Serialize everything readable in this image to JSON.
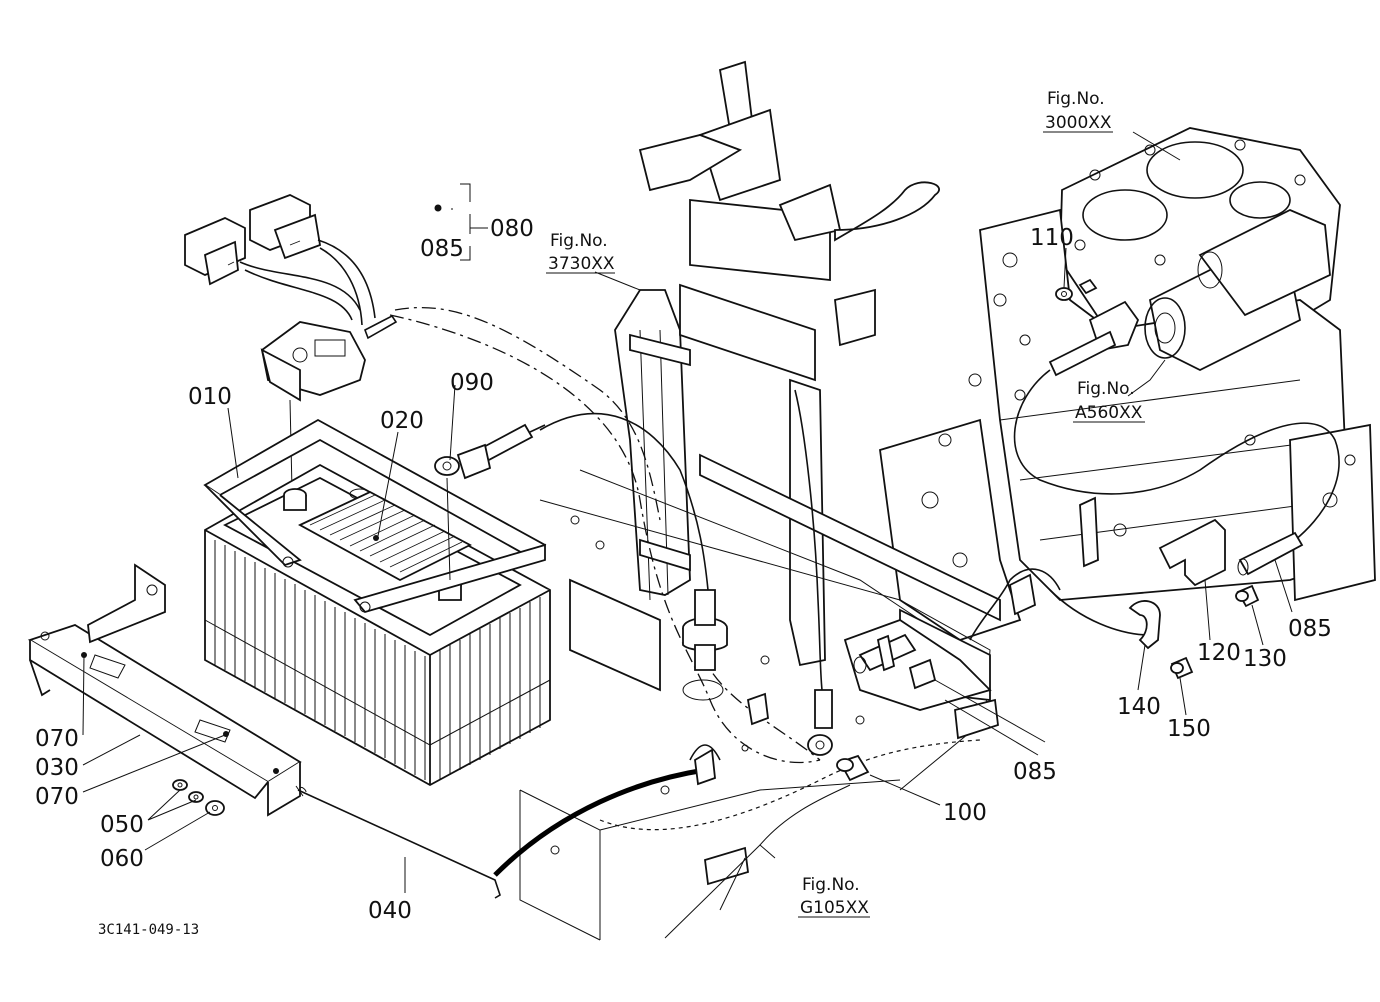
{
  "labels": {
    "p010": "010",
    "p020": "020",
    "p030": "030",
    "p040": "040",
    "p050": "050",
    "p060": "060",
    "p070a": "070",
    "p070b": "070",
    "p080": "080",
    "p085a": "085",
    "p085b": "085",
    "p085c": "085",
    "p090": "090",
    "p100": "100",
    "p110": "110",
    "p120": "120",
    "p130": "130",
    "p140": "140",
    "p150": "150"
  },
  "figure_refs": {
    "fig_3000": {
      "line1": "Fig.No.",
      "line2": "3000XX"
    },
    "fig_3730": {
      "line1": "Fig.No.",
      "line2": "3730XX"
    },
    "fig_a560": {
      "line1": "Fig.No.",
      "line2": "A560XX"
    },
    "fig_g105": {
      "line1": "Fig.No.",
      "line2": "G105XX"
    }
  },
  "footer": {
    "drawing_id": "3C141-049-13"
  }
}
